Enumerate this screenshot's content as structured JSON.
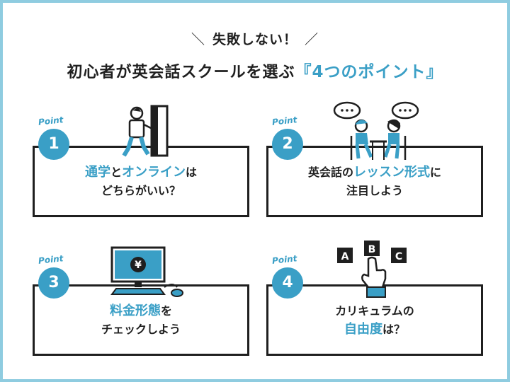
{
  "header": {
    "subtitle": "失敗しない！",
    "title_main": "初心者が英会話スクールを選ぶ",
    "title_accent": "『4つのポイント』"
  },
  "colors": {
    "accent": "#3a9fc6",
    "frame": "#8fcce0",
    "ink": "#1f1f1f"
  },
  "points": [
    {
      "label": "Point",
      "number": "1",
      "line1": {
        "hl1": "通学",
        "t1": "と",
        "hl2": "オンライン",
        "t2": "は"
      },
      "line2": "どちらがいい？",
      "icon": "door-person-icon"
    },
    {
      "label": "Point",
      "number": "2",
      "line1": {
        "t1": "英会話の",
        "hl1": "レッスン形式",
        "t2": "に"
      },
      "line2": "注目しよう",
      "icon": "conversation-icon"
    },
    {
      "label": "Point",
      "number": "3",
      "line1": {
        "hl1": "料金形態",
        "t1": "を"
      },
      "line2": "チェックしよう",
      "icon": "computer-yen-icon",
      "yen": "¥"
    },
    {
      "label": "Point",
      "number": "4",
      "line1": "カリキュラムの",
      "line2": {
        "hl1": "自由度",
        "t1": "は？"
      },
      "icon": "hand-choice-icon",
      "choices": [
        "A",
        "B",
        "C"
      ]
    }
  ]
}
